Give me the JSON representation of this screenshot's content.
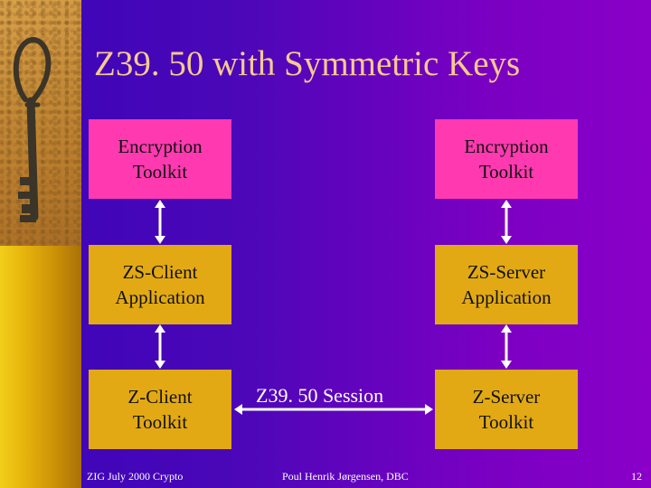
{
  "title": "Z39. 50 with Symmetric Keys",
  "boxes": {
    "client_crypto": "Encryption\nToolkit",
    "server_crypto": "Encryption\nToolkit",
    "client_app": "ZS-Client\nApplication",
    "server_app": "ZS-Server\nApplication",
    "client_toolkit": "Z-Client\nToolkit",
    "server_toolkit": "Z-Server\nToolkit"
  },
  "session_label": "Z39. 50 Session",
  "footer": {
    "left": "ZIG July 2000 Crypto",
    "center": "Poul Henrik Jørgensen, DBC",
    "page": "12"
  },
  "colors": {
    "background": "#4a07b8",
    "left_strip": "#e6b40c",
    "crypto_box": "#ff3ab0",
    "app_box": "#e3a914",
    "title_text": "#f6c98e"
  },
  "icons": [
    "key-photo",
    "double-arrow-icon"
  ]
}
